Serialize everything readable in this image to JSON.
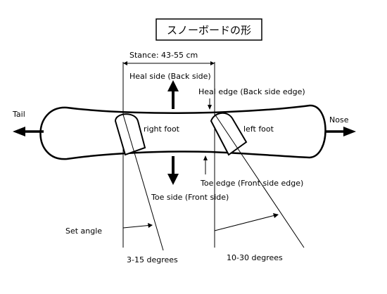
{
  "title": "スノーボードの形",
  "labels": {
    "stance": "Stance: 43-55 cm",
    "heal_side": "Heal side (Back side)",
    "heal_edge": "Heal edge (Back side edge)",
    "tail": "Tail",
    "nose": "Nose",
    "right_foot": "right foot",
    "left_foot": "left foot",
    "toe_edge": "Toe edge (Front side edge)",
    "toe_side": "Toe side (Front side)",
    "set_angle": "Set angle",
    "right_angle_range": "3-15 degrees",
    "left_angle_range": "10-30 degrees"
  },
  "colors": {
    "stroke": "#000000",
    "background": "#ffffff"
  }
}
